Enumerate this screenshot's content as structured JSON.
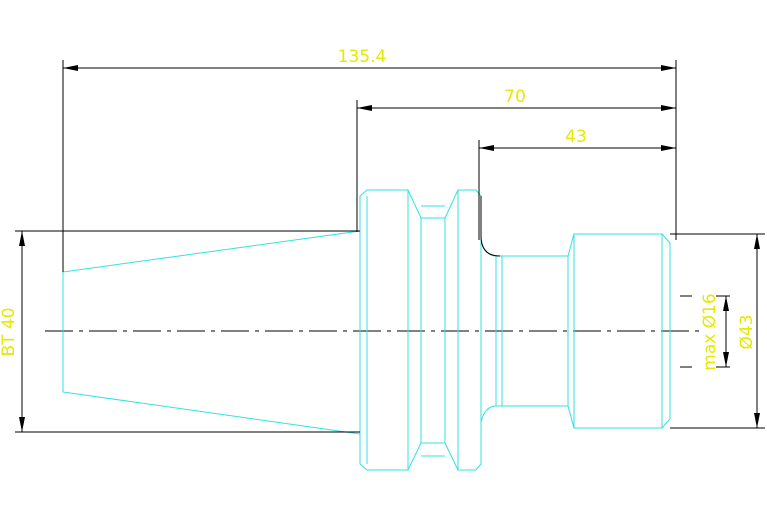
{
  "dimensions": {
    "overall_length": "135.4",
    "flange_to_end": "70",
    "shank_to_end": "43",
    "taper_size": "BT 40",
    "max_bore": "max Ø16",
    "outer_diameter": "Ø43"
  },
  "colors": {
    "part_outline": "#33e0e0",
    "dimension_line": "#000000",
    "dimension_text": "#e8e800",
    "background": "#ffffff"
  }
}
